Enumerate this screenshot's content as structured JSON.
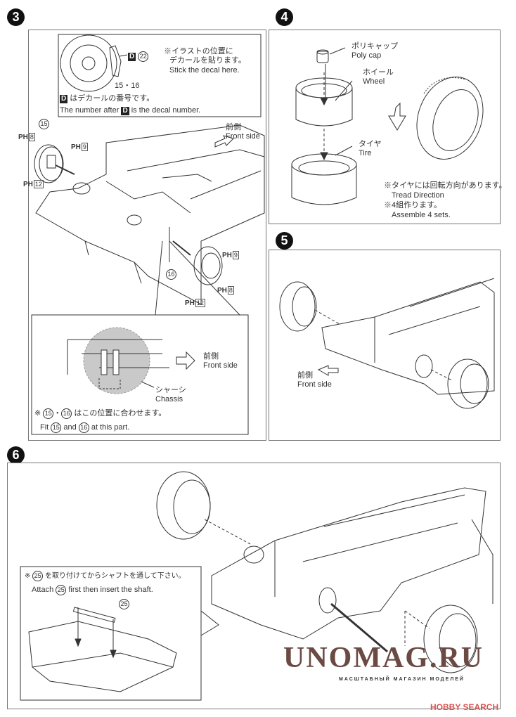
{
  "steps": {
    "s3": {
      "number": "3",
      "decal_note_jp": "※イラストの位置に",
      "decal_note_jp2": "デカールを貼ります。",
      "decal_note_en": "Stick the decal here.",
      "decal_label": "D",
      "decal_number": "22",
      "parts_15_16": "15・16",
      "decal_explain_jp": "はデカールの番号です。",
      "decal_explain_en_a": "The number after",
      "decal_explain_en_b": "is the decal number.",
      "part_15": "15",
      "part_16": "16",
      "ph_label": "PH",
      "ph_8": "8",
      "ph_9": "9",
      "ph_12": "12",
      "front_jp": "前側",
      "front_en": "Front side",
      "inset_front_jp": "前側",
      "inset_front_en": "Front side",
      "chassis_jp": "シャーシ",
      "chassis_en": "Chassis",
      "fit_note_jp": "はこの位置に合わせます。",
      "fit_note_en_a": "Fit",
      "fit_note_en_b": "and",
      "fit_note_en_c": "at this part."
    },
    "s4": {
      "number": "4",
      "polycap_jp": "ポリキャップ",
      "polycap_en": "Poly cap",
      "wheel_jp": "ホイール",
      "wheel_en": "Wheel",
      "tire_jp": "タイヤ",
      "tire_en": "Tire",
      "tread_jp": "※タイヤには回転方向があります。",
      "tread_en": "Tread Direction",
      "sets_jp": "※4組作ります。",
      "sets_en": "Assemble 4 sets."
    },
    "s5": {
      "number": "5",
      "front_jp": "前側",
      "front_en": "Front side"
    },
    "s6": {
      "number": "6",
      "note_jp": "を取り付けてからシャフトを通して下さい。",
      "note_en_a": "Attach",
      "note_en_b": "first then insert the shaft.",
      "part_25": "25"
    }
  },
  "watermark": {
    "title": "UNOMAG.RU",
    "subtitle": "МАСШТАБНЫЙ МАГАЗИН МОДЕЛЕЙ"
  },
  "credit": "HOBBY SEARCH",
  "colors": {
    "line": "#333333",
    "inset_fill": "#c9c9c9",
    "watermark": "#6b4a44",
    "credit": "#d9534f"
  }
}
